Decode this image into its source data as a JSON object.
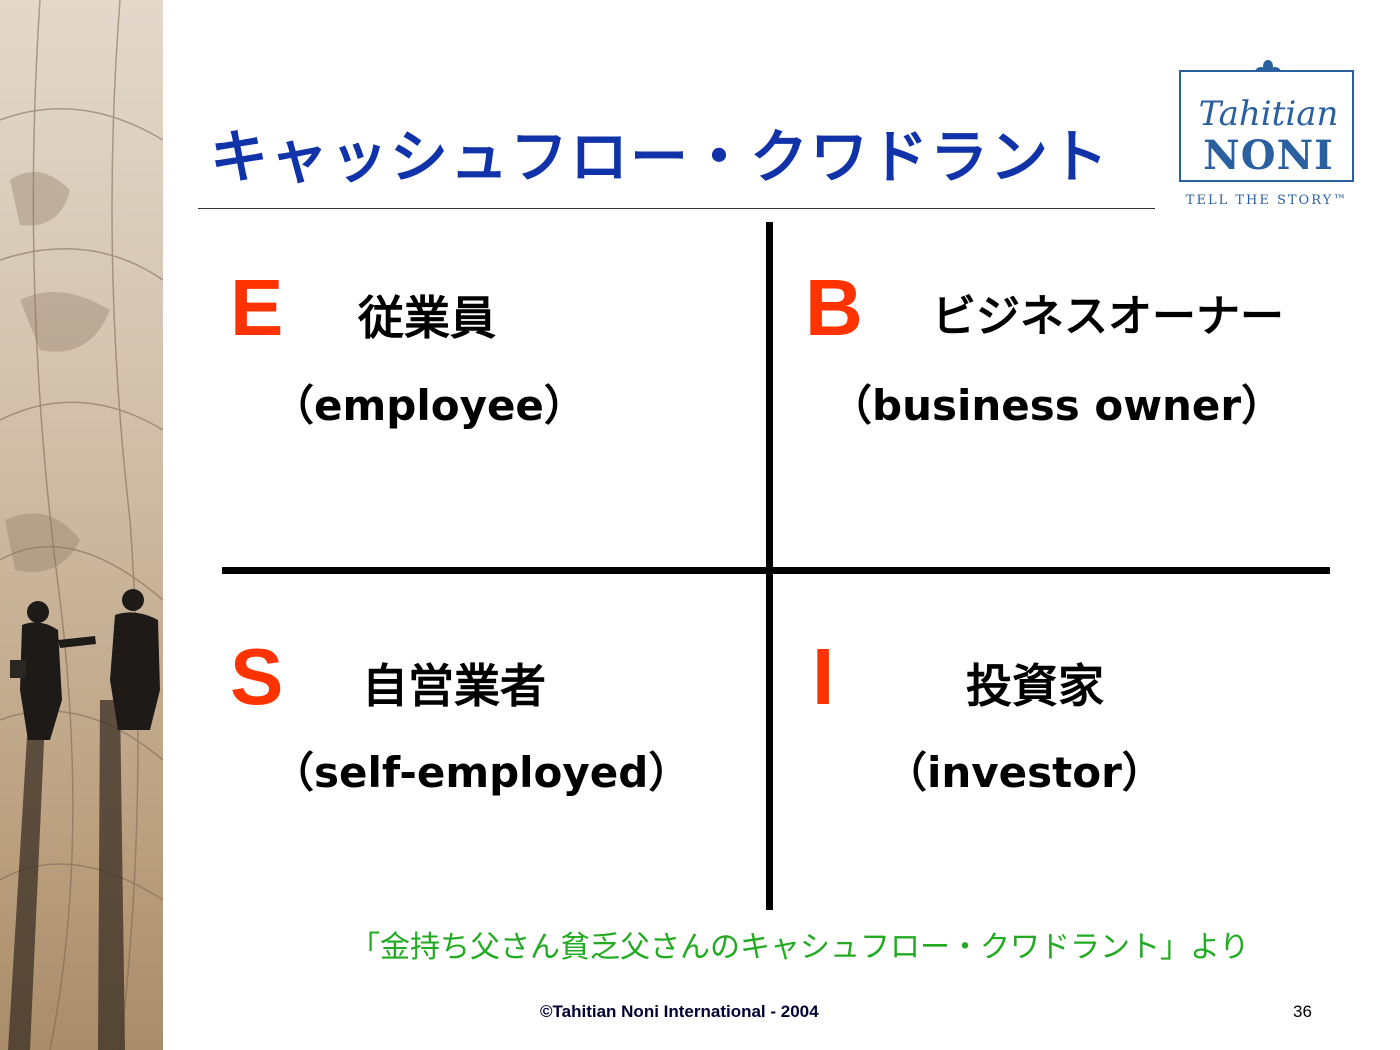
{
  "slide": {
    "title": "キャッシュフロー・クワドラント",
    "logo": {
      "script": "Tahitian",
      "wordmark": "NONI",
      "tagline": "TELL THE STORY™"
    },
    "quadrants": [
      {
        "letter": "E",
        "japanese": "従業員",
        "english": "（employee）"
      },
      {
        "letter": "B",
        "japanese": "ビジネスオーナー",
        "english": "（business owner）"
      },
      {
        "letter": "S",
        "japanese": "自営業者",
        "english": "（self-employed）"
      },
      {
        "letter": "I",
        "japanese": "投資家",
        "english": "（investor）"
      }
    ],
    "source": "「金持ち父さん貧乏父さんのキャシュフロー・クワドラント」より",
    "copyright": "©Tahitian Noni International - 2004",
    "page_number": "36"
  },
  "colors": {
    "title": "#1133aa",
    "letters": "#ff3300",
    "source": "#22aa22",
    "logo": "#2a5fa0"
  }
}
